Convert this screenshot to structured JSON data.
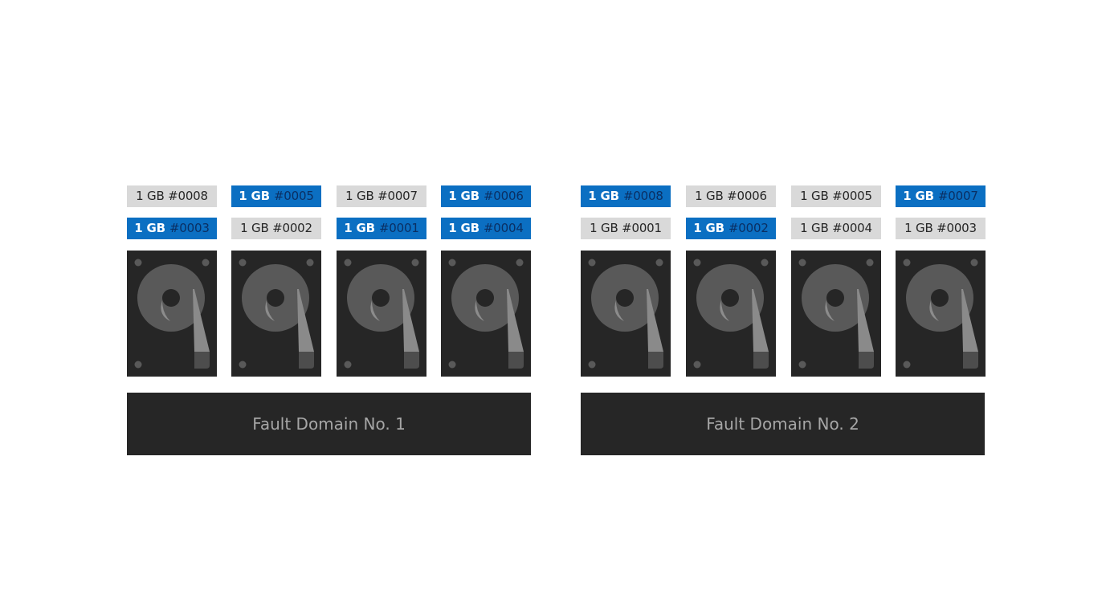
{
  "fault_domains": [
    {
      "label": "Fault Domain No. 1",
      "disks": [
        {
          "top": {
            "size": "1 GB",
            "id": "#0008",
            "highlight": false
          },
          "bottom": {
            "size": "1 GB",
            "id": "#0003",
            "highlight": true
          }
        },
        {
          "top": {
            "size": "1 GB",
            "id": "#0005",
            "highlight": true
          },
          "bottom": {
            "size": "1 GB",
            "id": "#0002",
            "highlight": false
          }
        },
        {
          "top": {
            "size": "1 GB",
            "id": "#0007",
            "highlight": false
          },
          "bottom": {
            "size": "1 GB",
            "id": "#0001",
            "highlight": true
          }
        },
        {
          "top": {
            "size": "1 GB",
            "id": "#0006",
            "highlight": true
          },
          "bottom": {
            "size": "1 GB",
            "id": "#0004",
            "highlight": true
          }
        }
      ]
    },
    {
      "label": "Fault Domain No. 2",
      "disks": [
        {
          "top": {
            "size": "1 GB",
            "id": "#0008",
            "highlight": true
          },
          "bottom": {
            "size": "1 GB",
            "id": "#0001",
            "highlight": false
          }
        },
        {
          "top": {
            "size": "1 GB",
            "id": "#0006",
            "highlight": false
          },
          "bottom": {
            "size": "1 GB",
            "id": "#0002",
            "highlight": true
          }
        },
        {
          "top": {
            "size": "1 GB",
            "id": "#0005",
            "highlight": false
          },
          "bottom": {
            "size": "1 GB",
            "id": "#0004",
            "highlight": false
          }
        },
        {
          "top": {
            "size": "1 GB",
            "id": "#0007",
            "highlight": true
          },
          "bottom": {
            "size": "1 GB",
            "id": "#0003",
            "highlight": false
          }
        }
      ]
    }
  ],
  "colors": {
    "highlight": "#0b6fc2",
    "highlight_id_text": "#0a2f63",
    "plain_slab": "#d9d9d9",
    "drive_body": "#262626",
    "platter": "#595959",
    "domain_bar": "#262626",
    "domain_text": "#a6a6a6"
  },
  "icons": {
    "drive": "hard-drive-icon"
  }
}
